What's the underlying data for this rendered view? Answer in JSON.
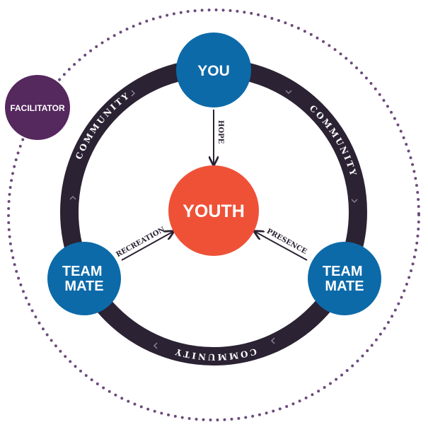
{
  "colors": {
    "ring": "#2b2233",
    "outer_dots": "#6b4a7c",
    "facilitator": "#55285e",
    "blue": "#0c6aa9",
    "youth": "#ef5137",
    "ring_chevron": "#8f8098",
    "arrow": "#2b2233"
  },
  "nodes": {
    "you": "YOU",
    "youth": "YOUTH",
    "facilitator": "FACILITATOR",
    "teammate_left": [
      "TEAM",
      "MATE"
    ],
    "teammate_right": [
      "TEAM",
      "MATE"
    ]
  },
  "edges": {
    "hope": "HOPE",
    "recreation": "RECREATION",
    "presence": "PRESENCE"
  },
  "ring_labels": {
    "left": "COMMUNITY",
    "right": "COMMUNITY",
    "bottom": "COMMUNITY"
  }
}
